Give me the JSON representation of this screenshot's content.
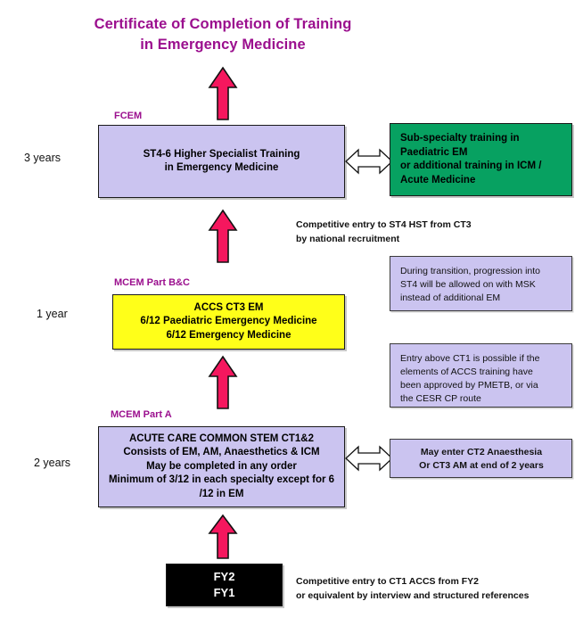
{
  "title": {
    "line1": "Certificate of Completion of Training",
    "line2": "in Emergency Medicine"
  },
  "colors": {
    "title_magenta": "#9B0F8E",
    "lavender_box": "#CBC4F0",
    "yellow_box": "#FFFF19",
    "green_box": "#07A161",
    "black_box": "#000000",
    "pink_arrow": "#F5175E",
    "text_black": "#111111"
  },
  "year_labels": {
    "hst": "3 years",
    "ct3": "1 year",
    "ct12": "2 years"
  },
  "exam_labels": {
    "fcem": "FCEM",
    "mcem_bc": "MCEM Part B&C",
    "mcem_a": "MCEM Part A"
  },
  "boxes": {
    "hst": {
      "line1": "ST4-6 Higher Specialist Training",
      "line2": "in Emergency Medicine"
    },
    "subspecialty": {
      "line1": "Sub-specialty training in",
      "line2": "Paediatric EM",
      "line3": "or additional training in ICM /",
      "line4": "Acute Medicine"
    },
    "accs_ct3": {
      "line1": "ACCS CT3 EM",
      "line2": "6/12 Paediatric Emergency Medicine",
      "line3": "6/12 Emergency Medicine"
    },
    "accs_ct12": {
      "line1": "ACUTE CARE COMMON STEM CT1&2",
      "line2": "Consists of EM, AM, Anaesthetics & ICM",
      "line3": "May be completed in any order",
      "line4": "Minimum of 3/12 in each specialty except for 6",
      "line5": "/12 in EM"
    },
    "foundation": {
      "line1": "FY2",
      "line2": "FY1"
    }
  },
  "notes": {
    "transition": {
      "line1": "During transition, progression into",
      "line2": "ST4 will be allowed on with MSK",
      "line3": "instead of additional EM"
    },
    "entry_above_ct1": {
      "line1": "Entry above CT1 is possible if the",
      "line2": "elements of ACCS training have",
      "line3": "been approved by PMETB, or via",
      "line4": "the CESR CP route"
    },
    "may_enter": {
      "line1": "May enter CT2 Anaesthesia",
      "line2": "Or CT3 AM at end of 2 years"
    }
  },
  "annotations": {
    "st4_entry": {
      "line1": "Competitive entry to ST4 HST from CT3",
      "line2": "by national recruitment"
    },
    "ct1_entry": {
      "line1": "Competitive entry to CT1 ACCS from FY2",
      "line2": "or equivalent by interview and structured references"
    }
  },
  "arrows": {
    "up_to_cct": "up-arrow",
    "up_to_hst": "up-arrow",
    "up_to_ct3": "up-arrow",
    "up_to_ct12": "up-arrow",
    "hst_to_subspecialty": "double-headed-arrow",
    "ct12_to_mayenter": "double-headed-arrow"
  }
}
